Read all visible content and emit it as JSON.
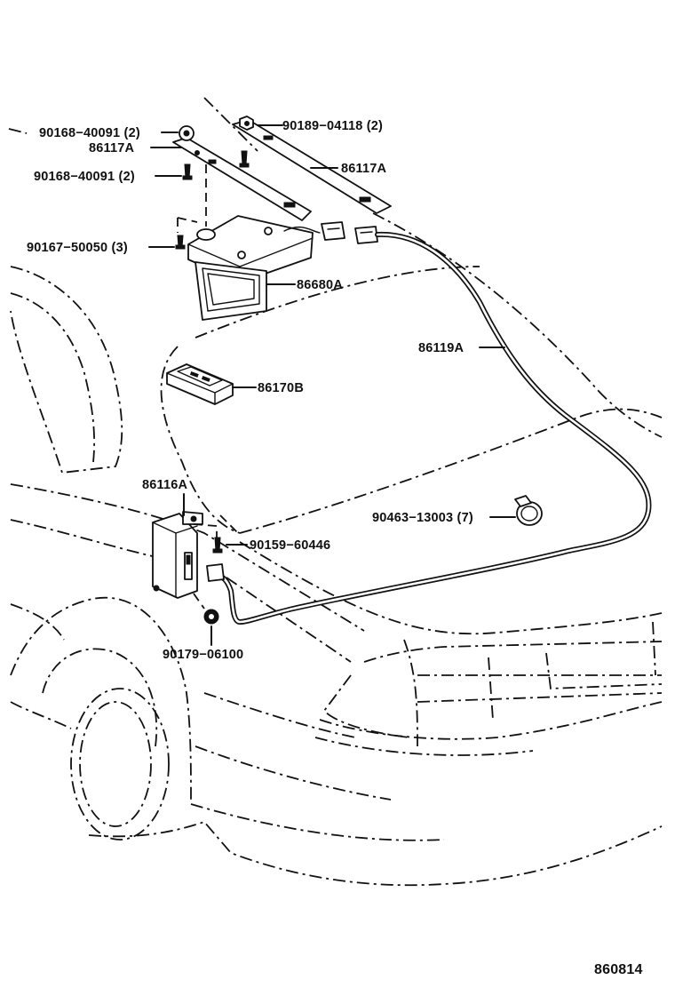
{
  "diagram": {
    "labels": {
      "p90168_top": "90168−40091 (2)",
      "p86117A_left": "86117A",
      "p90168_bottom": "90168−40091 (2)",
      "p90189": "90189−04118 (2)",
      "p86117A_right": "86117A",
      "p90167": "90167−50050 (3)",
      "p86680A": "86680A",
      "p86119A": "86119A",
      "p86170B": "86170B",
      "p86116A": "86116A",
      "p90463": "90463−13003 (7)",
      "p90159": "90159−60446",
      "p90179": "90179−06100",
      "figure_code": "860814"
    }
  }
}
